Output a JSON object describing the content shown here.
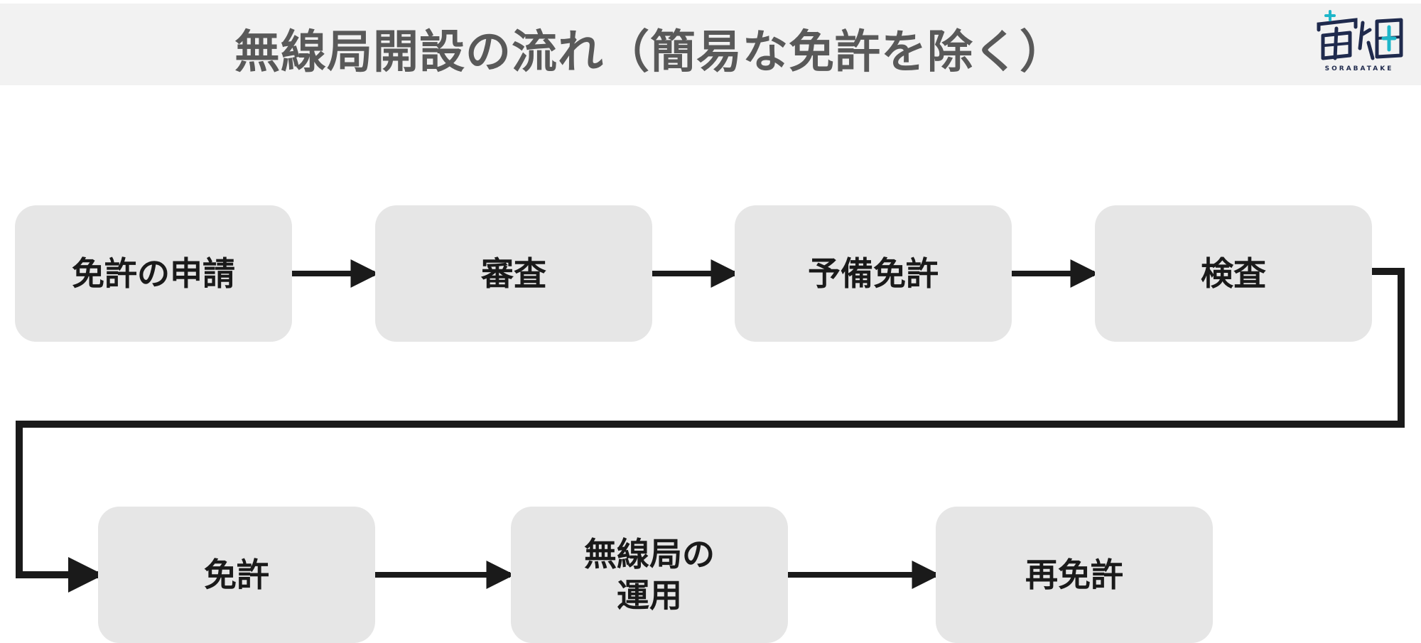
{
  "header": {
    "title": "無線局開設の流れ（簡易な免許を除く）",
    "logo": {
      "caption": "SORABATAKE",
      "colors": {
        "primary": "#1f2a4d",
        "accent": "#1fb6c9"
      }
    }
  },
  "flow": {
    "steps": [
      {
        "label": "免許の申請"
      },
      {
        "label": "審査"
      },
      {
        "label": "予備免許"
      },
      {
        "label": "検査"
      },
      {
        "label": "免許"
      },
      {
        "label": "無線局の\n運用"
      },
      {
        "label": "再免許"
      }
    ],
    "colors": {
      "box_fill": "#e6e6e6",
      "arrow": "#1a1a1a",
      "title_text": "#595959",
      "header_band": "#f2f2f2"
    }
  }
}
